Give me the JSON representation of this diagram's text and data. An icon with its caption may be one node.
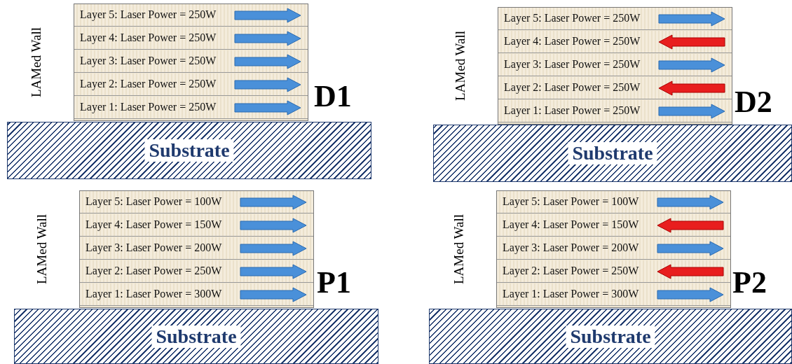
{
  "diagram": {
    "nodes": [
      {
        "text": [
          "LAMed Wall"
        ]
      },
      {
        "text": [
          "Layer 5: Laser Power = 250W"
        ],
        "in": 0
      },
      {
        "text": [
          "Layer 4: Laser Power = 250W"
        ],
        "in": 0
      },
      {
        "text": [
          "Layer 3: Laser Power = 250W"
        ],
        "in": 0
      },
      {
        "text": [
          "Layer 2: Laser Power = 250W"
        ],
        "in": 0
      },
      {
        "text": [
          "Layer 1: Laser Power = 250W"
        ],
        "in": 0
      },
      {
        "text": [
          "Substrate"
        ]
      },
      {
        "text": [
          "LAMed Wall"
        ]
      },
      {
        "text": [
          "Layer 5: Laser Power = 250W"
        ],
        "in": 7
      },
      {
        "text": [
          "Layer 4: Laser Power = 250W"
        ],
        "in": 7
      },
      {
        "text": [
          "Layer 3: Laser Power = 250W"
        ],
        "in": 7
      },
      {
        "text": [
          "Layer 2: Laser Power = 250W"
        ],
        "in": 7
      },
      {
        "text": [
          "Layer 1: Laser Power = 250W"
        ],
        "in": 7
      },
      {
        "text": [
          "Substrate"
        ]
      },
      {
        "text": [
          "LAMed Wall"
        ]
      },
      {
        "text": [
          "Layer 5: Laser Power = 100W"
        ],
        "in": 14
      },
      {
        "text": [
          "Layer 4: Laser Power = 150W"
        ],
        "in": 14
      },
      {
        "text": [
          "Layer 3: Laser Power = 200W"
        ],
        "in": 14
      },
      {
        "text": [
          "Layer 2: Laser Power = 250W"
        ],
        "in": 14
      },
      {
        "text": [
          "Layer 1: Laser Power = 300W"
        ],
        "in": 14
      },
      {
        "text": [
          "Substrate"
        ]
      },
      {
        "text": [
          "LAMed Wall"
        ]
      },
      {
        "text": [
          "Layer 5: Laser Power = 100W"
        ],
        "in": 21
      },
      {
        "text": [
          "Layer 4: Laser Power = 150W"
        ],
        "in": 21
      },
      {
        "text": [
          "Layer 3: Laser Power = 200W"
        ],
        "in": 21
      },
      {
        "text": [
          "Layer 2: Laser Power = 250W"
        ],
        "in": 21
      },
      {
        "text": [
          "Layer 1: Laser Power = 300W"
        ],
        "in": 21
      },
      {
        "text": [
          "Substrate"
        ]
      }
    ],
    "edges": [],
    "labels": [
      "D1",
      "D2",
      "P1",
      "P2"
    ]
  }
}
